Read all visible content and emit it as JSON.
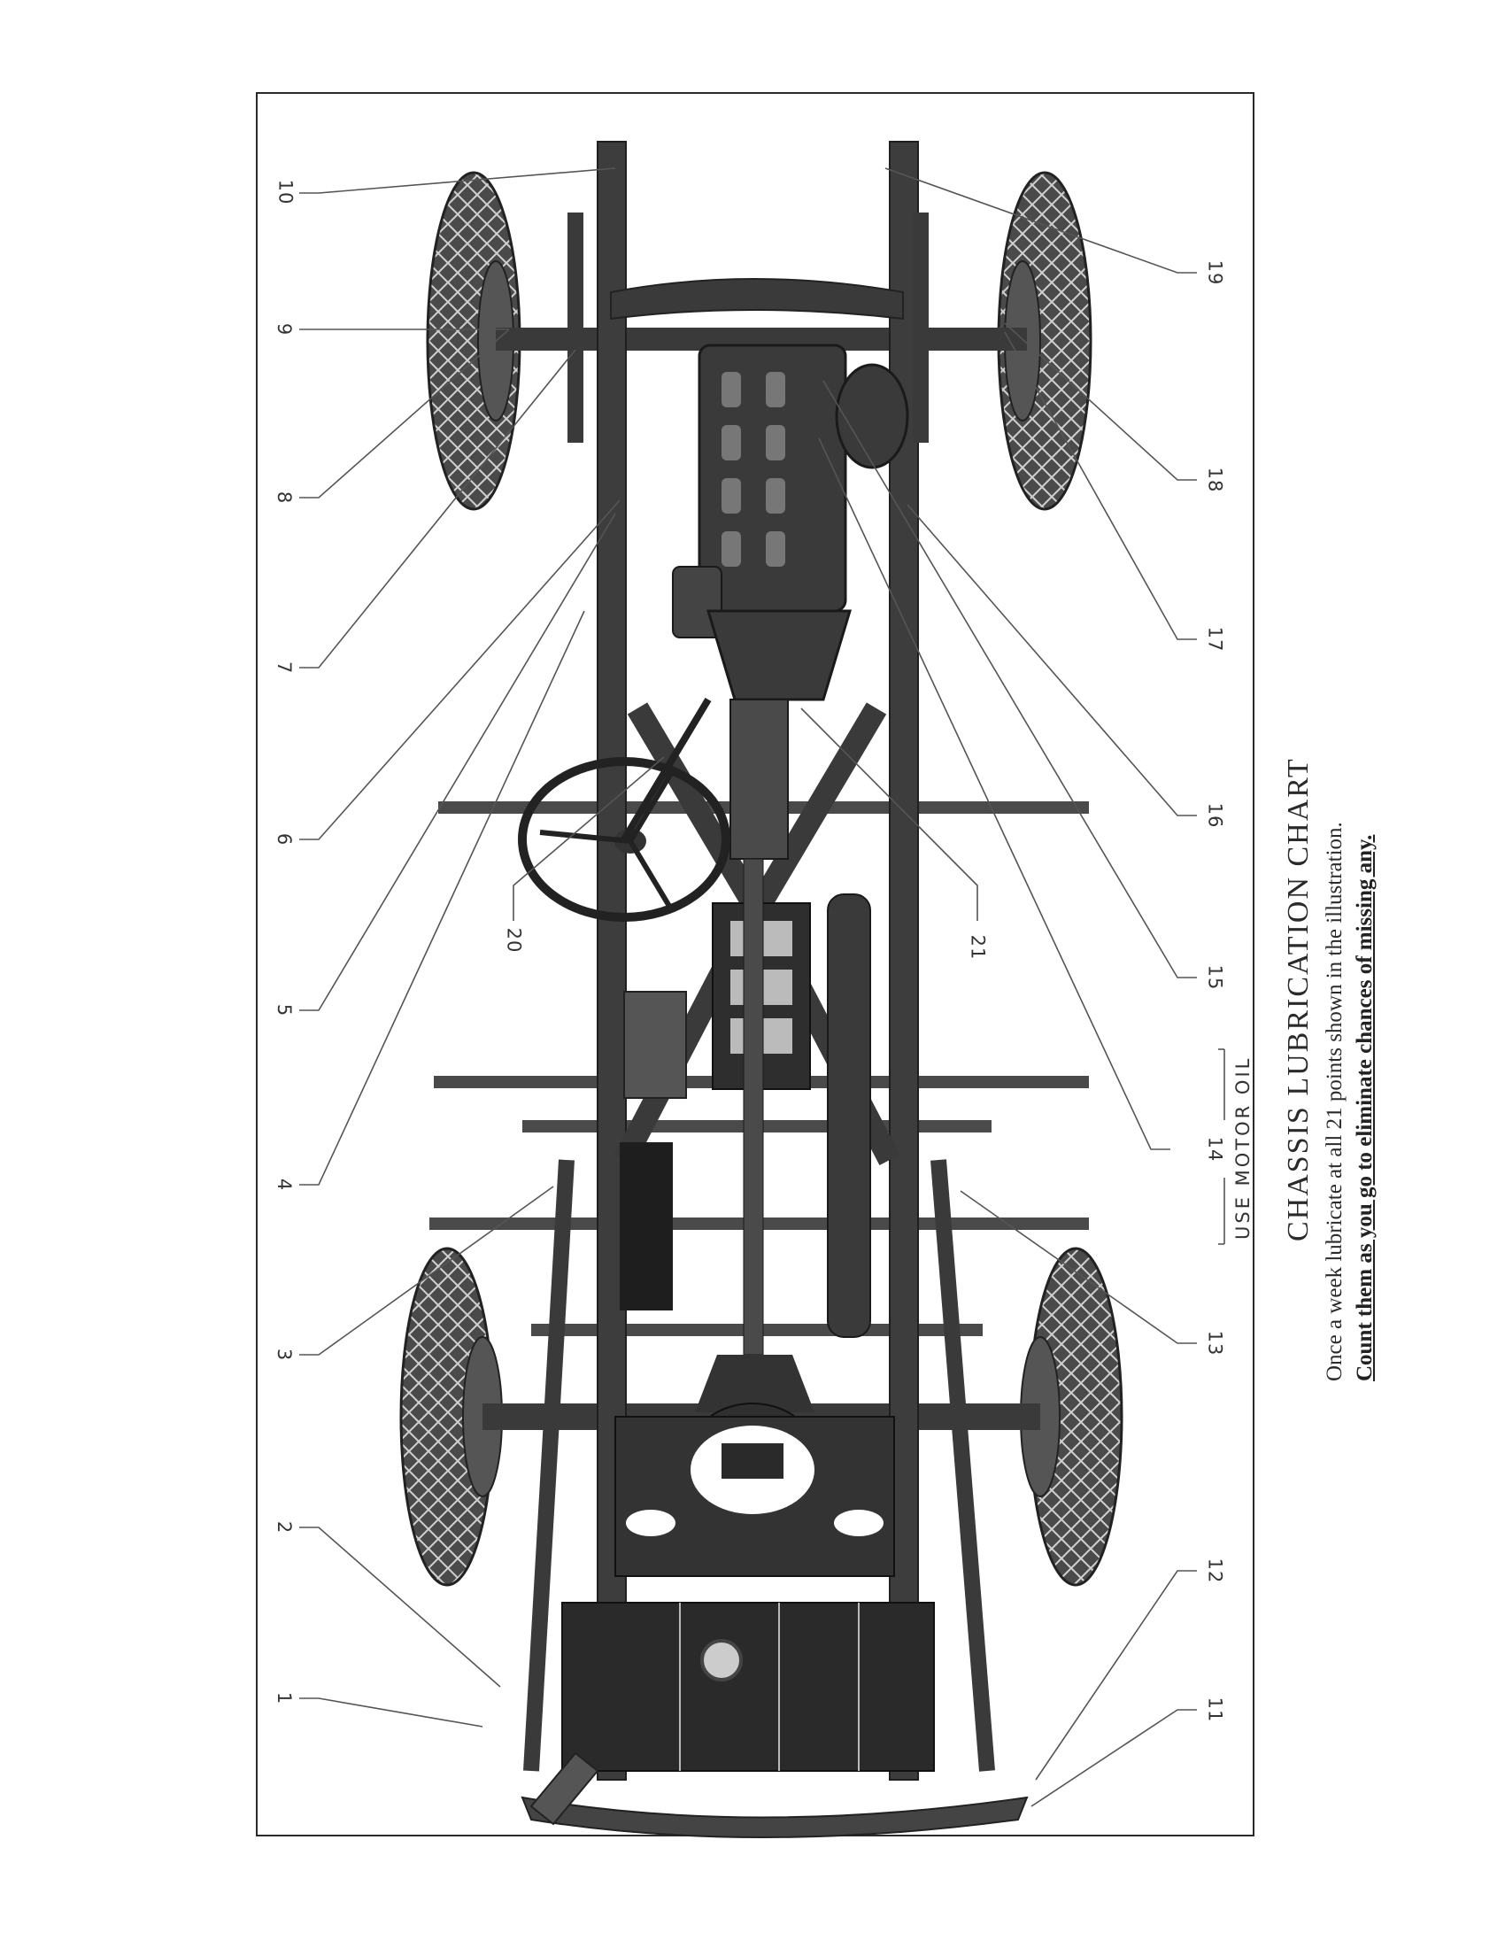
{
  "chart": {
    "title": "CHASSIS LUBRICATION CHART",
    "instruction": "Once a week lubricate at all 21 points shown in the illustration.",
    "emphasis": "Count them as you go to eliminate chances of missing any.",
    "note_14": "USE MOTOR OIL"
  },
  "points": {
    "left": [
      "10",
      "9",
      "8",
      "7",
      "6",
      "5",
      "4",
      "3",
      "2",
      "1"
    ],
    "right": [
      "19",
      "18",
      "17",
      "16",
      "15",
      "14",
      "13",
      "12",
      "11"
    ],
    "center": [
      "20",
      "21"
    ]
  },
  "lubrication_points": [
    {
      "id": 1,
      "label": "1"
    },
    {
      "id": 2,
      "label": "2"
    },
    {
      "id": 3,
      "label": "3"
    },
    {
      "id": 4,
      "label": "4"
    },
    {
      "id": 5,
      "label": "5"
    },
    {
      "id": 6,
      "label": "6"
    },
    {
      "id": 7,
      "label": "7"
    },
    {
      "id": 8,
      "label": "8"
    },
    {
      "id": 9,
      "label": "9"
    },
    {
      "id": 10,
      "label": "10"
    },
    {
      "id": 11,
      "label": "11"
    },
    {
      "id": 12,
      "label": "12"
    },
    {
      "id": 13,
      "label": "13"
    },
    {
      "id": 14,
      "label": "14",
      "note": "USE MOTOR OIL"
    },
    {
      "id": 15,
      "label": "15"
    },
    {
      "id": 16,
      "label": "16"
    },
    {
      "id": 17,
      "label": "17"
    },
    {
      "id": 18,
      "label": "18"
    },
    {
      "id": 19,
      "label": "19"
    },
    {
      "id": 20,
      "label": "20"
    },
    {
      "id": 21,
      "label": "21"
    }
  ],
  "colors": {
    "ink": "#2a2a2a",
    "metal": "#3a3a3a",
    "paper": "#ffffff"
  }
}
